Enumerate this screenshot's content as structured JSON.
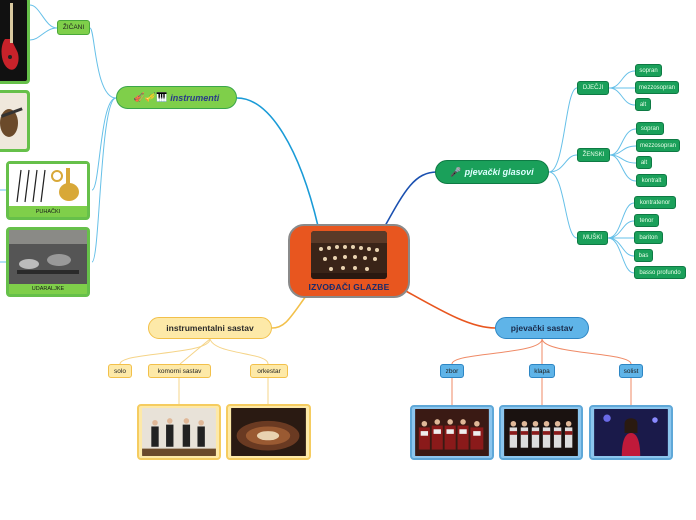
{
  "central": {
    "label": "IZVOĐAČI GLAZBE"
  },
  "instrumenti": {
    "icon": "🎻🎺🎹",
    "label": "instrumenti"
  },
  "zicani": {
    "label": "ŽIČANI"
  },
  "puhacki": {
    "label": "PUHAČKI"
  },
  "udaraljke": {
    "label": "UDARALJKE"
  },
  "pjevacki_glasovi": {
    "icon": "🎤",
    "label": "pjevački glasovi"
  },
  "djecji": {
    "label": "DJEČJI",
    "items": [
      "sopran",
      "mezzosopran",
      "alt"
    ]
  },
  "zenski": {
    "label": "ŽENSKI",
    "items": [
      "sopran",
      "mezzosopran",
      "alt",
      "kontralt"
    ]
  },
  "muski": {
    "label": "MUŠKI",
    "items": [
      "kontratenor",
      "tenor",
      "bariton",
      "bas",
      "basso profundo"
    ]
  },
  "instrumentalni_sastav": {
    "label": "instrumentalni sastav",
    "items": [
      "solo",
      "komorni sastav",
      "orkestar"
    ]
  },
  "pjevacki_sastav": {
    "label": "pjevački sastav",
    "items": [
      "zbor",
      "klapa",
      "solist"
    ]
  },
  "colors": {
    "central": "#e8561f",
    "instrumenti": "#7fcf4a",
    "glasovi": "#1aa05a",
    "isastav": "#fde9a8",
    "psastav": "#5fb4e8"
  }
}
